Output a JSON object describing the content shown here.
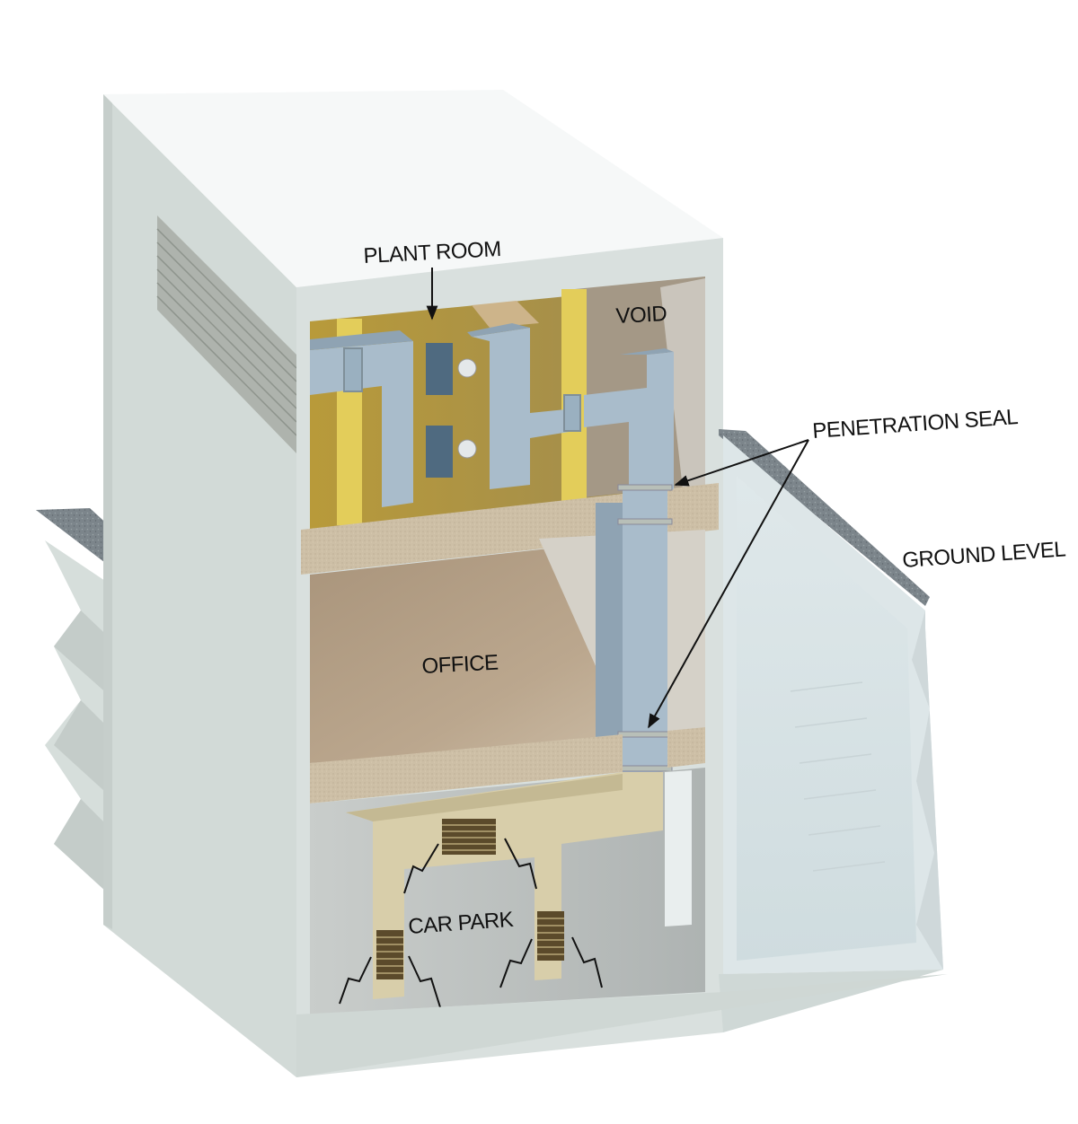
{
  "diagram": {
    "type": "architectural-cutaway",
    "labels": {
      "plant_room": "PLANT ROOM",
      "void": "VOID",
      "penetration_seal": "PENETRATION SEAL",
      "ground_level": "GROUND LEVEL",
      "office": "OFFICE",
      "car_park": "CAR PARK"
    },
    "levels": [
      "PLANT ROOM",
      "OFFICE",
      "CAR PARK"
    ],
    "components": {
      "ductwork": "fire-rated ductwork (blue)",
      "fans": 2,
      "penetration_seals": 2,
      "car_park_grilles": 3,
      "external_louvre": 1
    },
    "colors": {
      "wall": "#d4dcd9",
      "wall_light": "#e6ecea",
      "wall_top": "#f7f9f9",
      "insulation_yellow": "#d9c24a",
      "plant_back": "#b59a3c",
      "slab": "#cdbfa6",
      "office_floor": "#b9a58c",
      "duct_blue": "#a9bccb",
      "duct_dark": "#7f95a6",
      "car_park_duct": "#d8ceaa",
      "gravel": "#7d858b",
      "grille": "#5b4a2b",
      "text": "#111111"
    }
  }
}
